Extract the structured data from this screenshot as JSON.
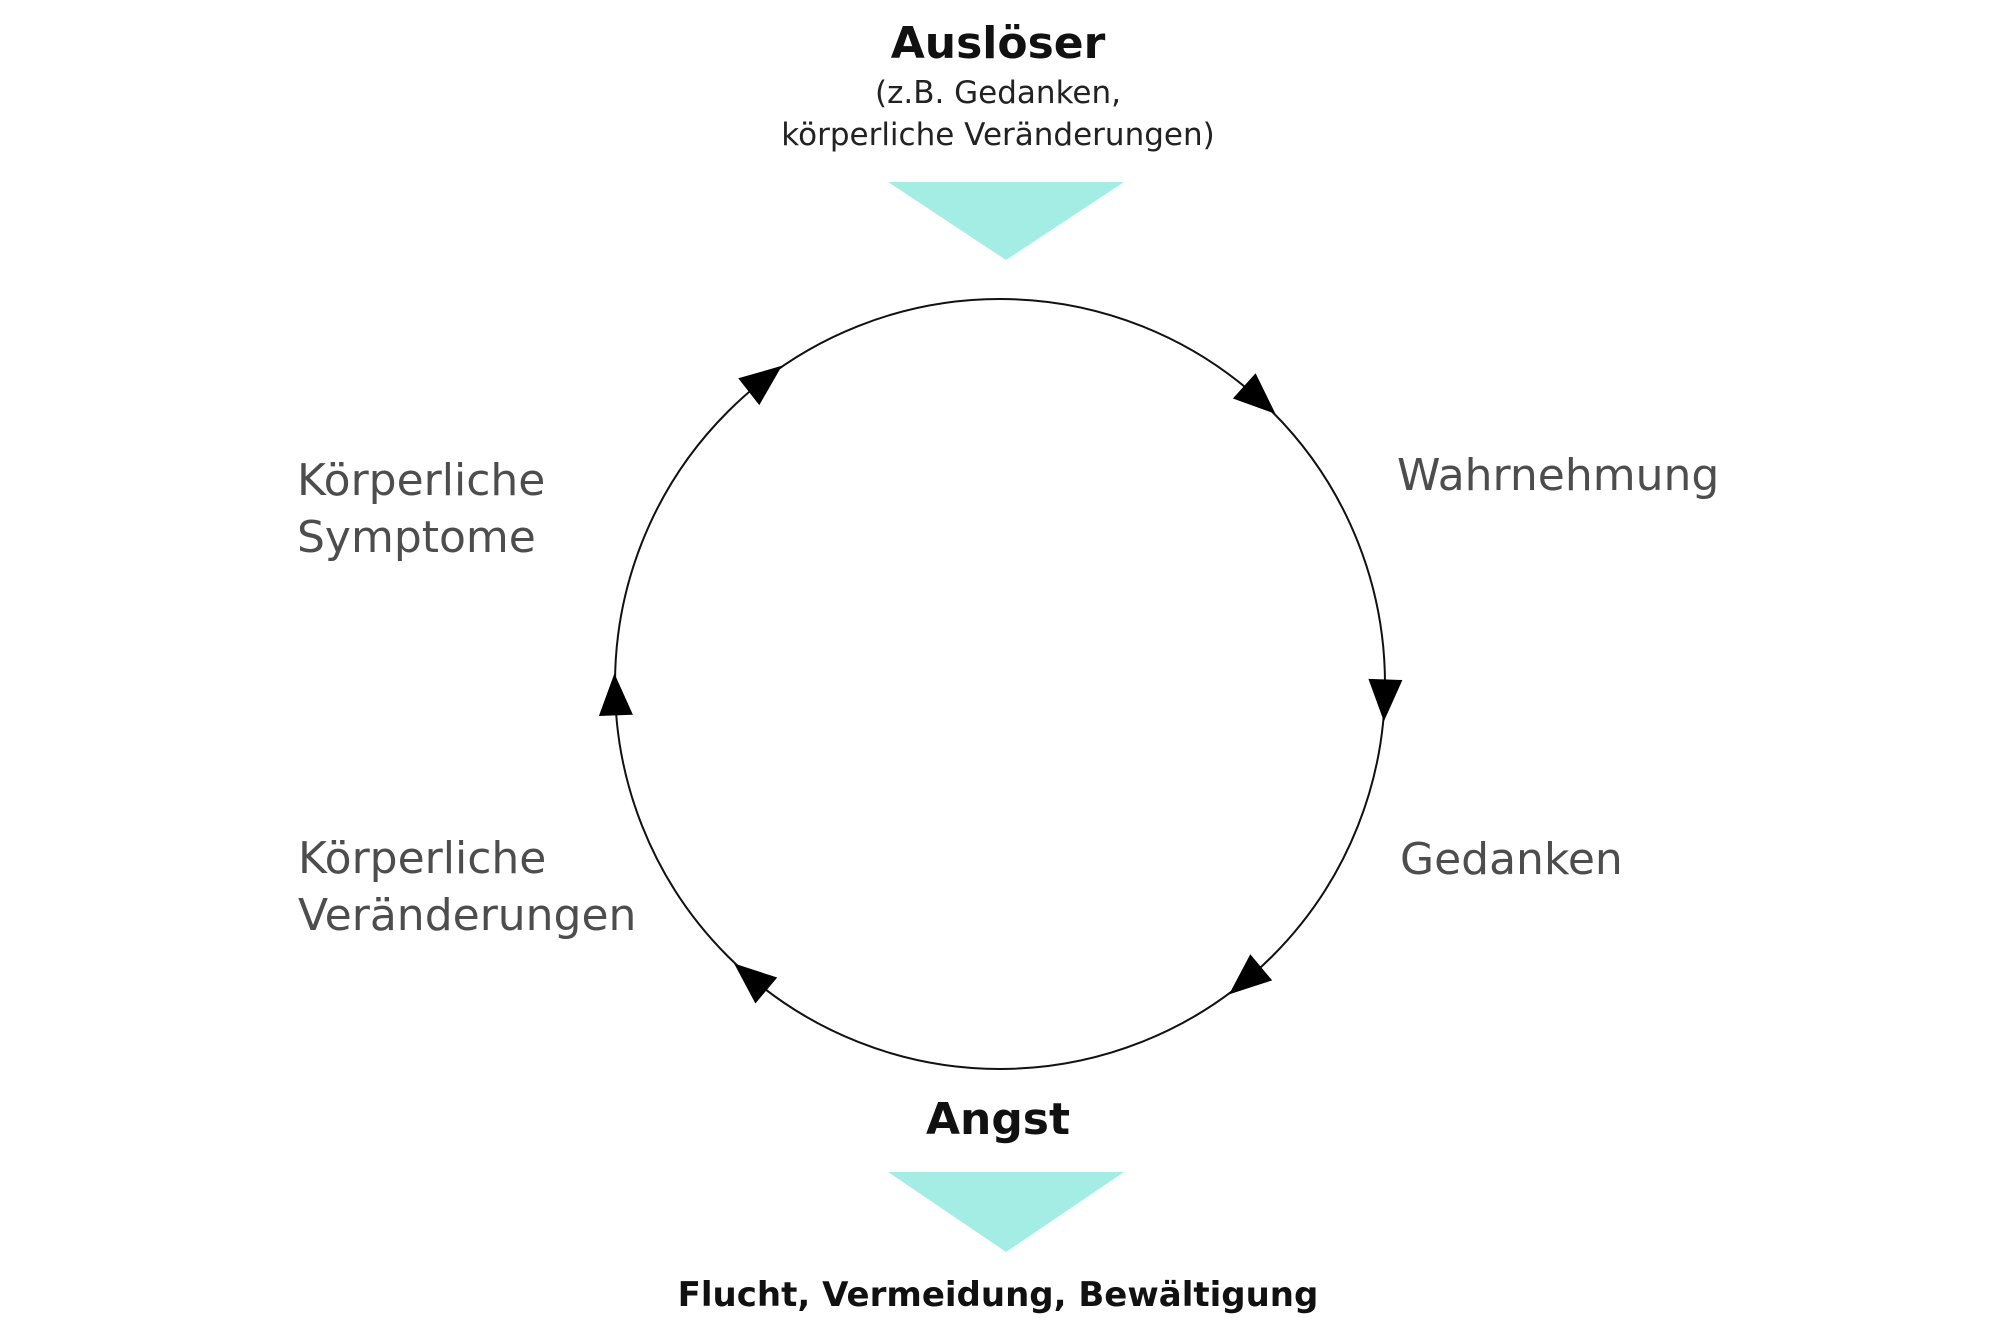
{
  "trigger": {
    "title": "Auslöser",
    "subtitle_line1": "(z.B. Gedanken,",
    "subtitle_line2": "körperliche Veränderungen)"
  },
  "cycle": {
    "stages": [
      {
        "id": "wahrnehmung",
        "lines": [
          "Wahrnehmung"
        ]
      },
      {
        "id": "gedanken",
        "lines": [
          "Gedanken"
        ]
      },
      {
        "id": "angst",
        "lines": [
          "Angst"
        ]
      },
      {
        "id": "koerperliche-veraenderungen",
        "lines": [
          "Körperliche",
          "Veränderungen"
        ]
      },
      {
        "id": "koerperliche-symptome",
        "lines": [
          "Körperliche",
          "Symptome"
        ]
      }
    ],
    "direction": "clockwise"
  },
  "outcome": {
    "title": "Angst",
    "subtitle": "Flucht, Vermeidung, Bewältigung"
  },
  "colors": {
    "accent": "#a4ede5",
    "circle": "#111111",
    "arrow": "#000000",
    "stage_text": "#4d4d4d",
    "bold_text": "#111111"
  }
}
